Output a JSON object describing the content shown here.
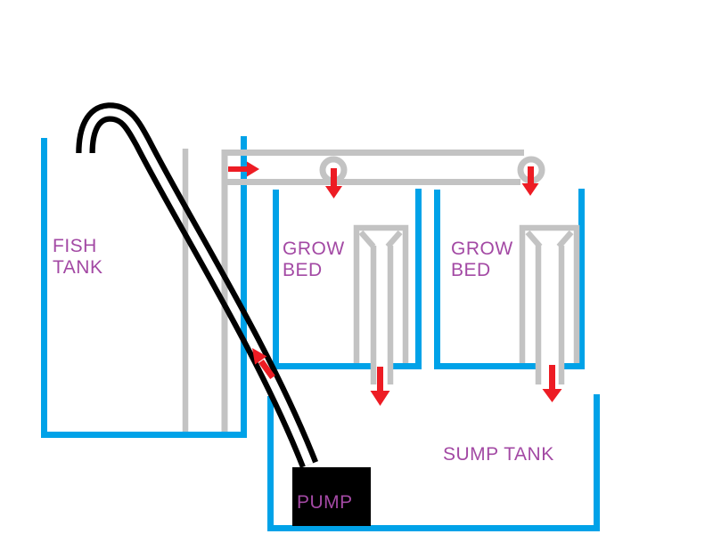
{
  "labels": {
    "fish_tank": "FISH\nTANK",
    "grow_bed_1": "GROW\nBED",
    "grow_bed_2": "GROW\nBED",
    "sump_tank": "SUMP TANK",
    "pump": "PUMP"
  },
  "colors": {
    "tank-blue": "#00A2E8",
    "pipe-gray": "#C3C3C3",
    "arrow-red": "#ED1C24",
    "label-purple": "#A349A4",
    "pump-black": "#000000",
    "background": "#FFFFFF"
  },
  "arrows": [
    {
      "name": "supply-pipe-flow-arrow",
      "direction": "right"
    },
    {
      "name": "grow-bed-1-inlet-arrow",
      "direction": "down"
    },
    {
      "name": "grow-bed-2-inlet-arrow",
      "direction": "down"
    },
    {
      "name": "grow-bed-1-drain-arrow",
      "direction": "down"
    },
    {
      "name": "grow-bed-2-drain-arrow",
      "direction": "down"
    },
    {
      "name": "pump-return-arrow",
      "direction": "up-left"
    }
  ]
}
